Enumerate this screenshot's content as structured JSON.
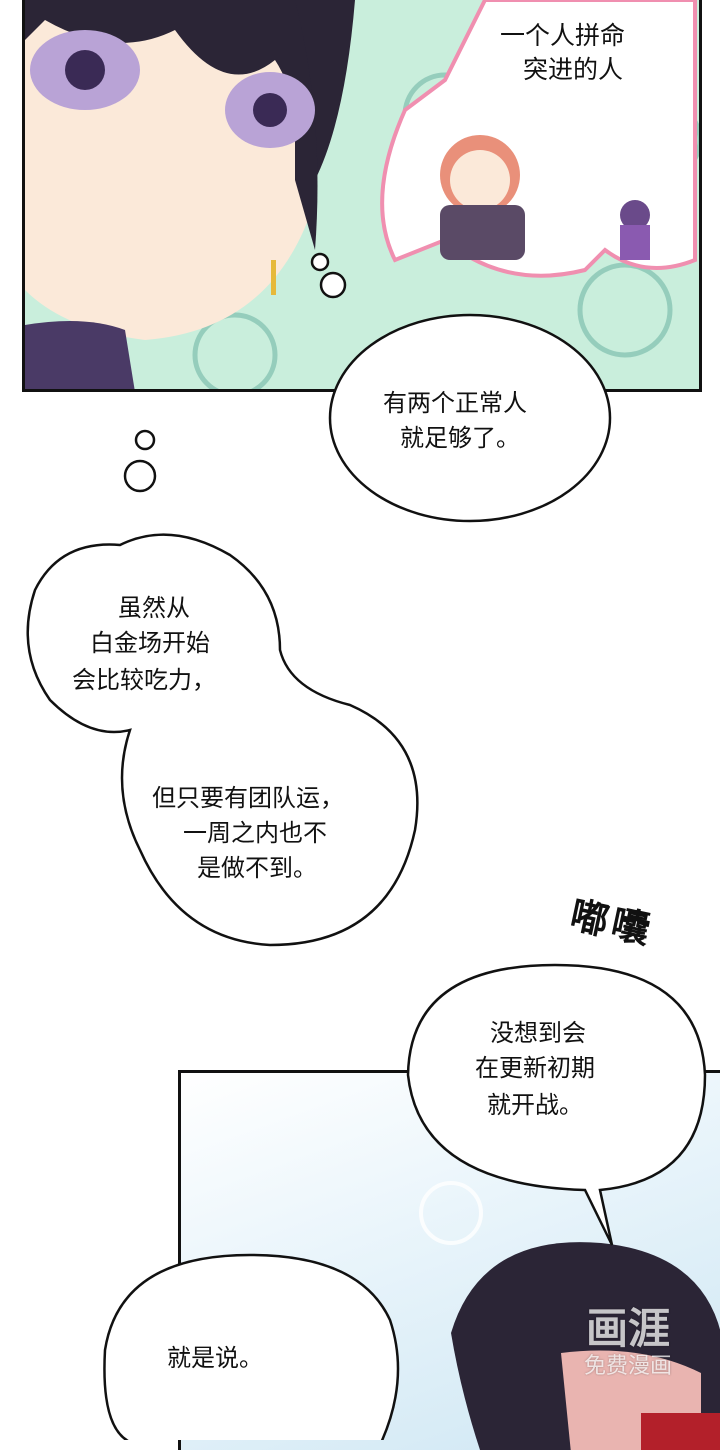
{
  "panel1": {
    "caption_lines": [
      "一个人拼命",
      "突进的人"
    ]
  },
  "bubble1": {
    "lines": [
      "有两个正常人",
      "就足够了。"
    ]
  },
  "bubble2": {
    "lines_a": [
      "虽然从",
      "白金场开始",
      "会比较吃力，"
    ],
    "lines_b": [
      "但只要有团队运，",
      "一周之内也不",
      "是做不到。"
    ]
  },
  "sfx": {
    "text": "嘟囔"
  },
  "bubble3": {
    "lines": [
      "没想到会",
      "在更新初期",
      "就开战。"
    ]
  },
  "bubble4": {
    "lines": [
      "就是说。"
    ]
  },
  "watermark": {
    "logo": "画涯",
    "subtitle": "免费漫画"
  },
  "colors": {
    "mint": "#c9eedc",
    "hair": "#2b2536",
    "skin": "#fbe9d9",
    "sky": "#d6ecf7"
  }
}
